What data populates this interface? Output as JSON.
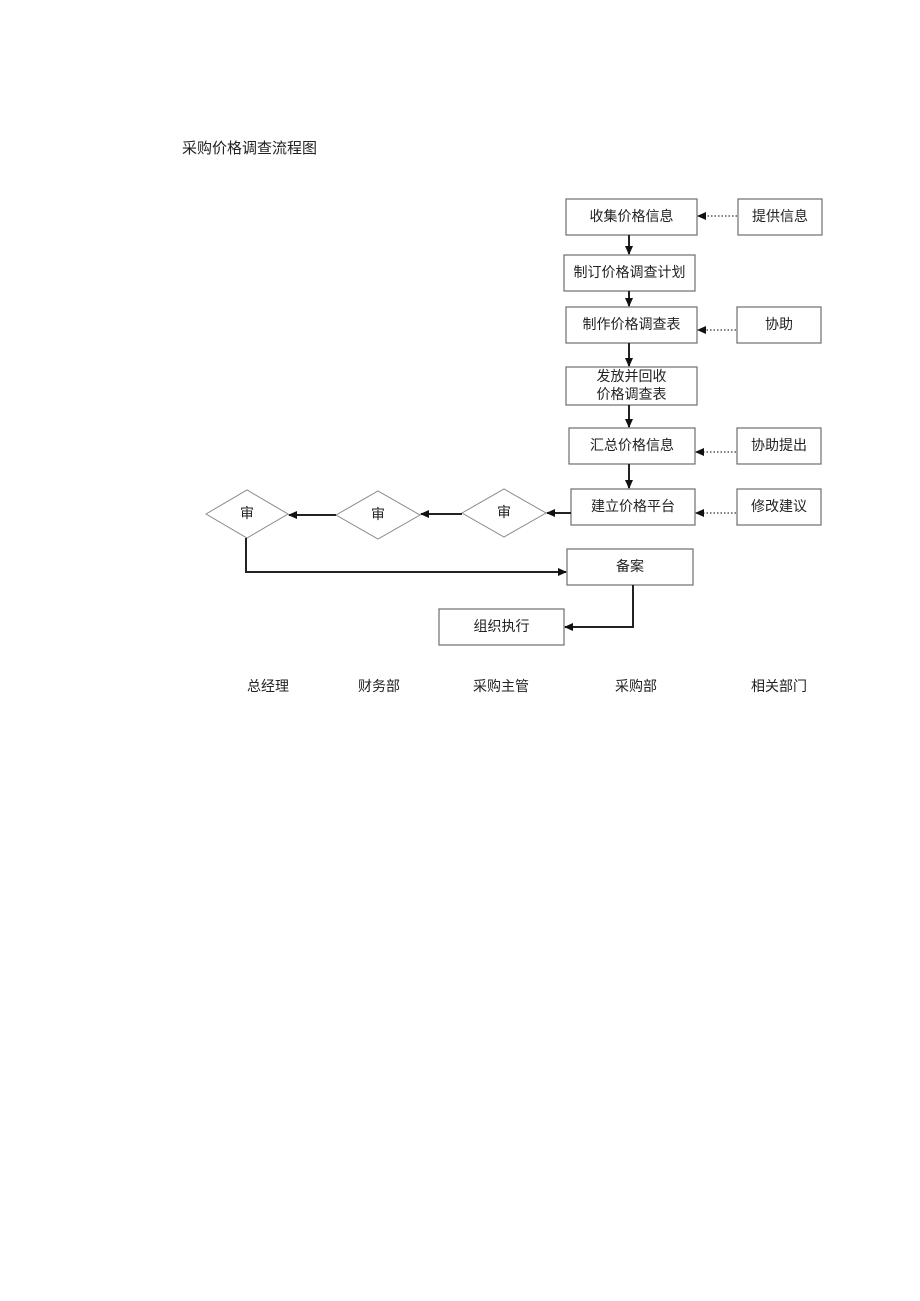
{
  "title": "采购价格调查流程图",
  "nodes": {
    "collect_info": "收集价格信息",
    "make_plan": "制订价格调查计划",
    "make_form": "制作价格调查表",
    "distribute_line1": "发放并回收",
    "distribute_line2": "价格调查表",
    "summarize": "汇总价格信息",
    "build_platform": "建立价格平台",
    "record": "备案",
    "execute": "组织执行",
    "provide_info": "提供信息",
    "assist": "协助",
    "assist_propose": "协助提出",
    "suggest_changes": "修改建议",
    "review_gm": "审",
    "review_finance": "审",
    "review_supervisor": "审"
  },
  "columns": [
    "总经理",
    "财务部",
    "采购主管",
    "采购部",
    "相关部门"
  ]
}
